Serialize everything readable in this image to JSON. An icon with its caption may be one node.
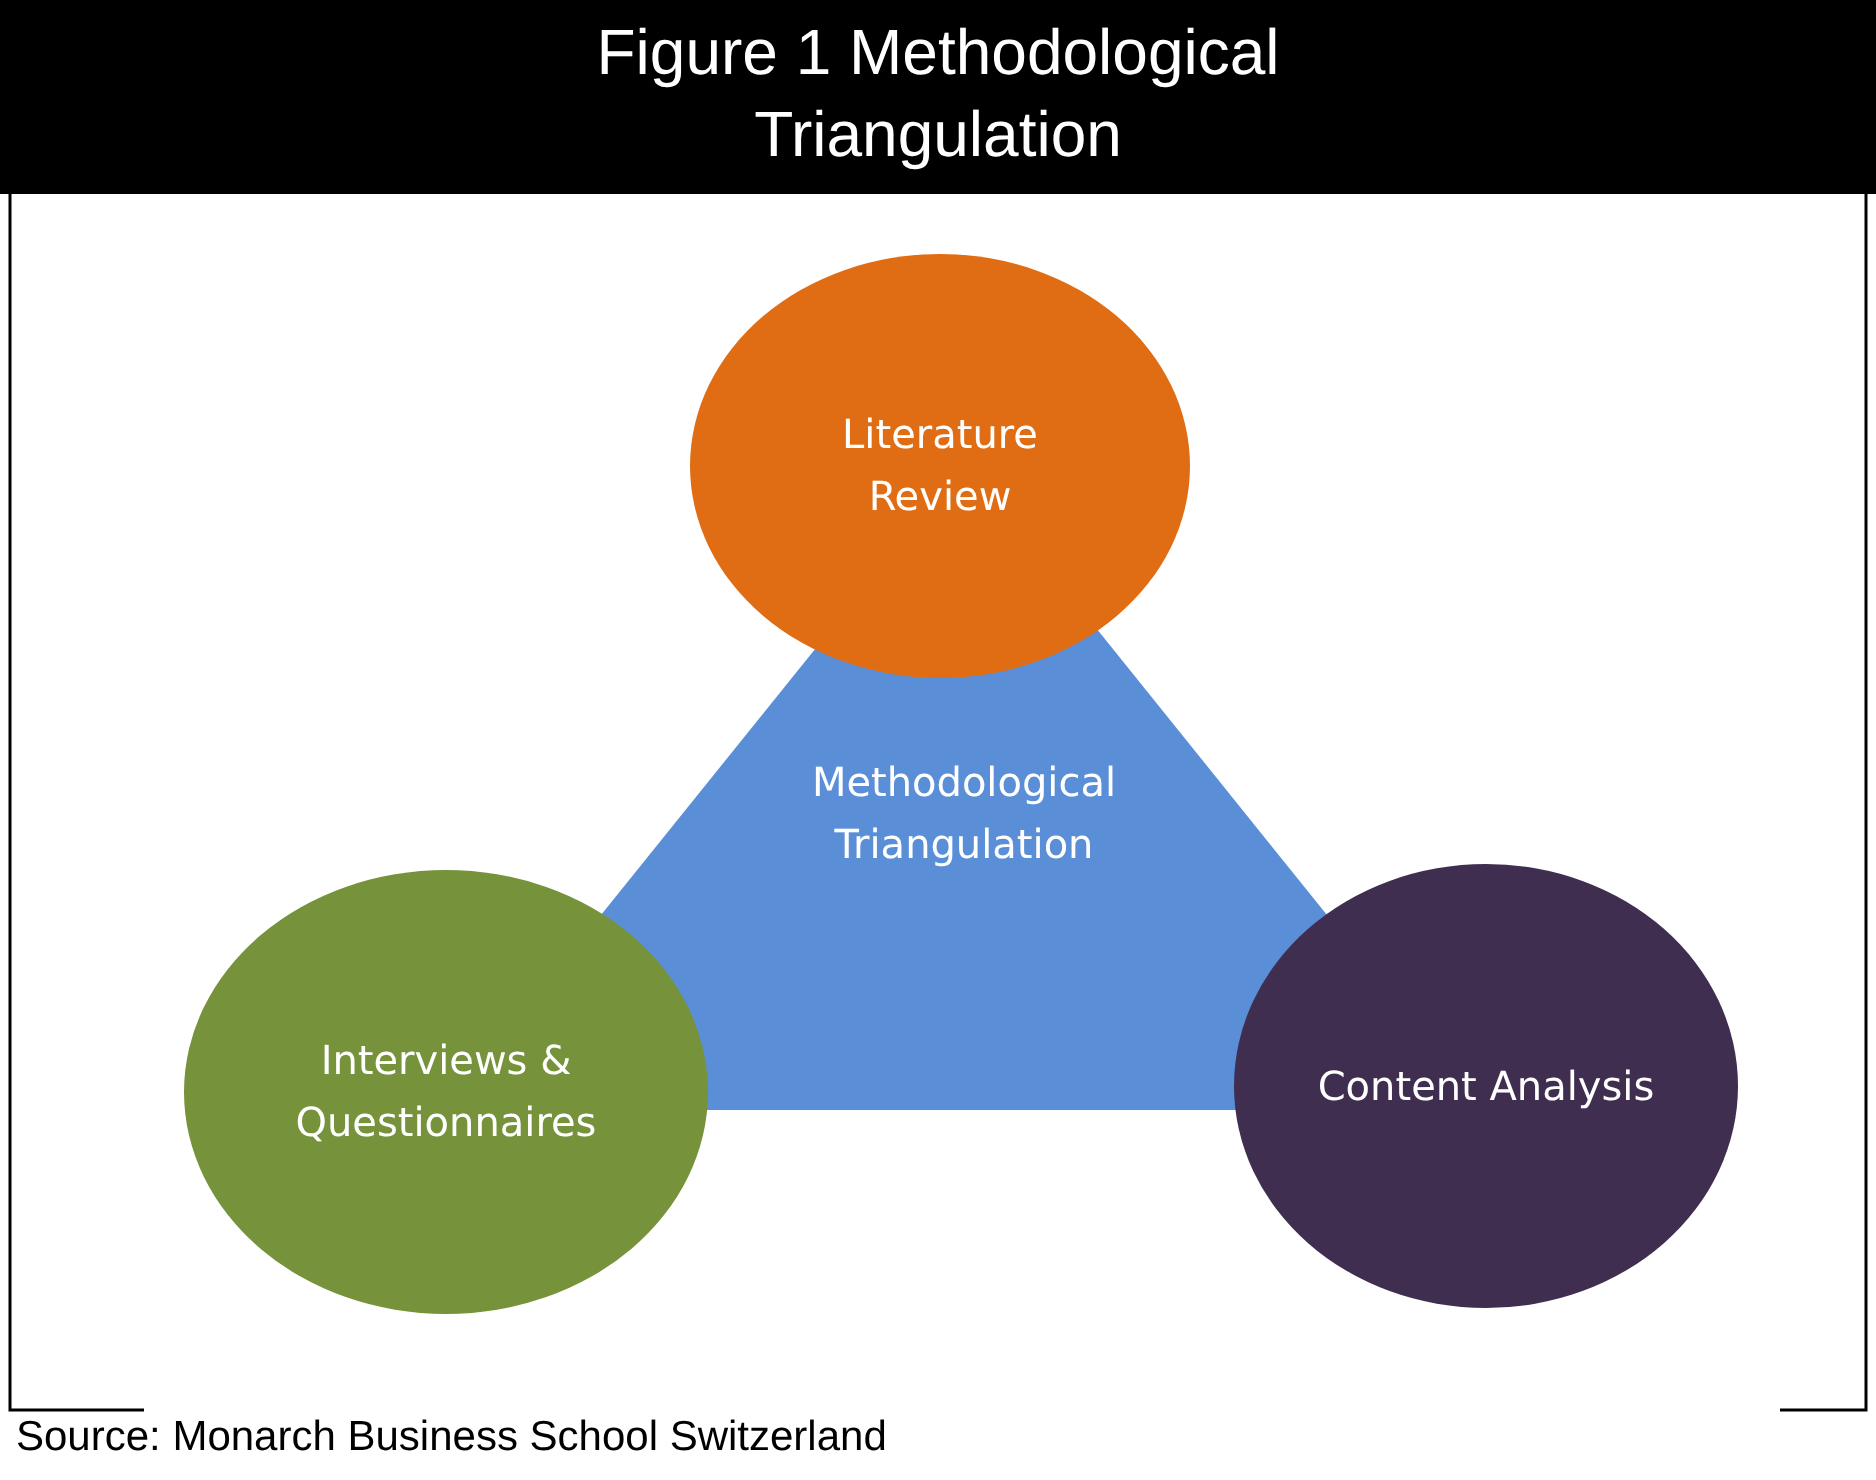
{
  "diagram": {
    "title": "Figure 1 Methodological Triangulation",
    "nodes": [
      {
        "text": [
          "Literature Review"
        ]
      },
      {
        "text": [
          "Methodological Triangulation"
        ]
      },
      {
        "text": [
          "Interviews & Questionnaires"
        ]
      },
      {
        "text": [
          "Content Analysis"
        ]
      }
    ],
    "caption": "Source: Monarch Business School Switzerland"
  }
}
